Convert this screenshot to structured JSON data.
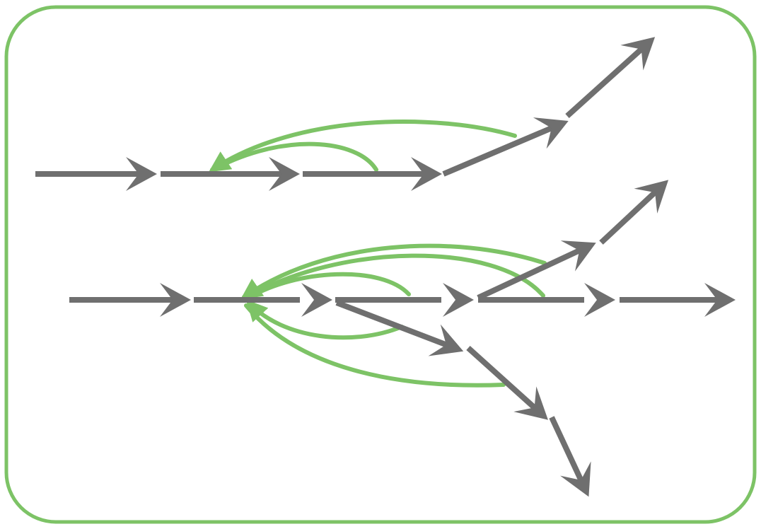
{
  "diagram": {
    "colors": {
      "background": "#ffffff",
      "frame": "#7dc366",
      "arrow": "#6f6f6f",
      "feedback": "#7dc366"
    },
    "icons": {
      "flow_arrow": "right-arrow-icon",
      "feedback_arc": "curved-back-arrow-icon"
    },
    "rows": [
      {
        "id": "top",
        "flow_arrow_count": 5,
        "feedback_arc_count": 2
      },
      {
        "id": "bottom",
        "flow_arrow_count": 10,
        "feedback_arc_count": 5
      }
    ]
  }
}
